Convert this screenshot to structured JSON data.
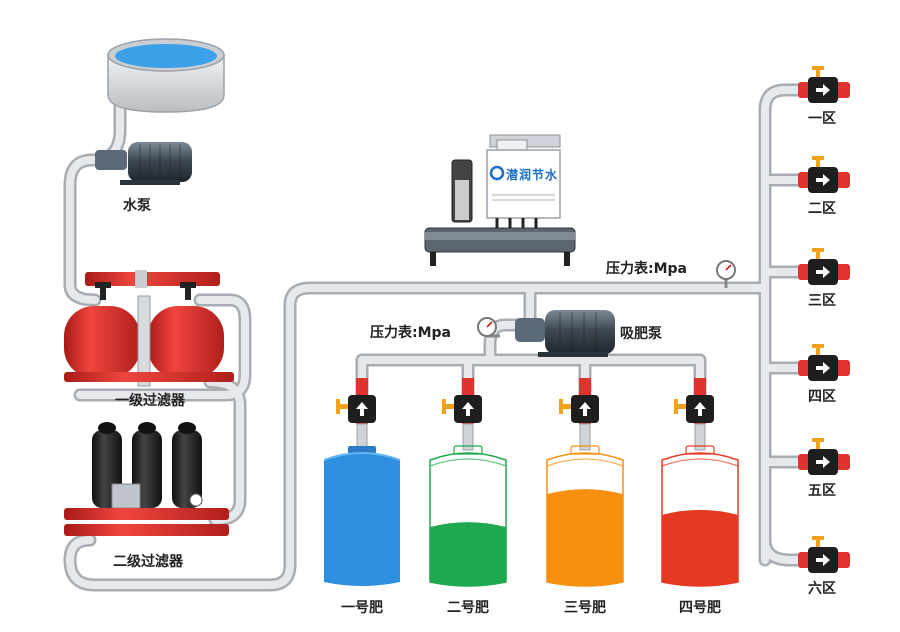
{
  "colors": {
    "pipe": "#d9dde2",
    "pipe_edge": "#9aa1a8",
    "water": "#3aa0e8",
    "filter_red": "#e0322e",
    "disc_black": "#262626",
    "tank_blue": "#2f8fe0",
    "tank_green": "#1fa84f",
    "tank_orange": "#f7900f",
    "tank_red": "#e53a22",
    "valve_black": "#1e1e1e",
    "valve_orange": "#f5a21b",
    "brand_blue": "#1b6fc9"
  },
  "labels": {
    "pump": "水泵",
    "filter1": "一级过滤器",
    "filter2": "二级过滤器",
    "gauge_top": "压力表:Mpa",
    "gauge_mid": "压力表:Mpa",
    "fert_pump": "吸肥泵",
    "controller_brand": "潜润节水"
  },
  "tanks": [
    {
      "label": "一号肥",
      "color": "#2f8fe0",
      "level": 1.0
    },
    {
      "label": "二号肥",
      "color": "#1fa84f",
      "level": 0.45
    },
    {
      "label": "三号肥",
      "color": "#f7900f",
      "level": 0.72
    },
    {
      "label": "四号肥",
      "color": "#e53a22",
      "level": 0.55
    }
  ],
  "zones": [
    {
      "label": "一区"
    },
    {
      "label": "二区"
    },
    {
      "label": "三区"
    },
    {
      "label": "四区"
    },
    {
      "label": "五区"
    },
    {
      "label": "六区"
    }
  ]
}
